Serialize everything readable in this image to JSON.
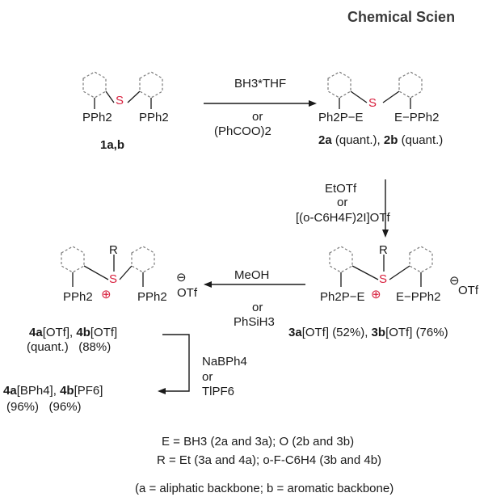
{
  "header": {
    "journal": "Chemical Scien"
  },
  "compounds": {
    "c1": {
      "left_sub": "PPh2",
      "right_sub": "PPh2",
      "S": "S",
      "label": "1a,b"
    },
    "c2": {
      "S": "S",
      "left_sub": "Ph2P−E",
      "right_sub": "E−PPh2",
      "label_a": "2a",
      "yield_a": " (quant.), ",
      "label_b": "2b",
      "yield_b": " (quant.)"
    },
    "c3": {
      "R": "R",
      "S": "S",
      "plus": "⊕",
      "left_sub": "Ph2P−E",
      "right_sub": "E−PPh2",
      "minus": "⊖",
      "counterion": "OTf",
      "label_a": "3a",
      "salt_a": "[OTf] (52%), ",
      "label_b": "3b",
      "salt_b": "[OTf] (76%)"
    },
    "c4": {
      "R": "R",
      "S": "S",
      "plus": "⊕",
      "left_sub": "PPh2",
      "right_sub": "PPh2",
      "minus": "⊖",
      "counterion": "OTf",
      "label_a": "4a",
      "salt_a": "[OTf], ",
      "label_b": "4b",
      "salt_b": "[OTf]",
      "yields": "(quant.)   (88%)"
    },
    "c4x": {
      "label_a": "4a",
      "salt_a": "[BPh4], ",
      "label_b": "4b",
      "salt_b": "[PF6]",
      "yields": "(96%)   (96%)"
    }
  },
  "arrows": {
    "a1": {
      "top": "BH3*THF",
      "mid": "or",
      "bottom": "(PhCOO)2"
    },
    "a2": {
      "top": "EtOTf",
      "mid": "or",
      "bottom": "[(o-C6H4F)2I]OTf"
    },
    "a3": {
      "top": "MeOH",
      "mid": "or",
      "bottom": "PhSiH3"
    },
    "a4": {
      "top": "NaBPh4",
      "mid": "or",
      "bottom": "TlPF6"
    }
  },
  "legend": {
    "e_line": "E = BH3 (2a and 3a); O (2b and 3b)",
    "r_line": "R = Et (3a and 4a); o-F-C6H4 (3b and 4b)",
    "backbone_line": "(a = aliphatic backbone; b = aromatic backbone)"
  }
}
